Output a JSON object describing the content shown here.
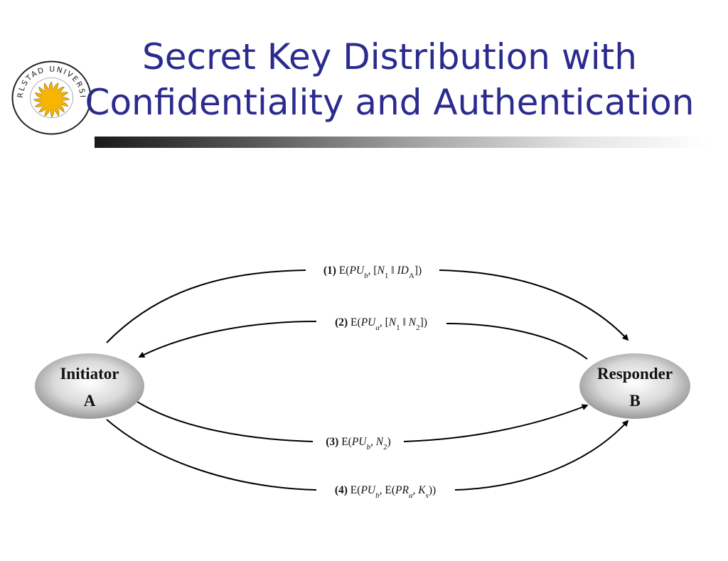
{
  "slide": {
    "title_line1": "Secret Key Distribution with",
    "title_line2": "Confidentiality and Authentication",
    "logo_text": "KARLSTAD UNIVERSITY",
    "logo_icon": "sun-emblem-icon"
  },
  "diagram": {
    "nodes": {
      "initiator": {
        "line1": "Initiator",
        "line2": "A"
      },
      "responder": {
        "line1": "Responder",
        "line2": "B"
      }
    },
    "messages": [
      {
        "number": "(1)",
        "text": "E(PU_b, [N_1 || ID_A])"
      },
      {
        "number": "(2)",
        "text": "E(PU_a, [N_1 || N_2])"
      },
      {
        "number": "(3)",
        "text": "E(PU_b, N_2)"
      },
      {
        "number": "(4)",
        "text": "E(PU_b, E(PR_a, K_s))"
      }
    ]
  },
  "colors": {
    "title": "#2b2b8f",
    "sun": "#f7b500"
  }
}
